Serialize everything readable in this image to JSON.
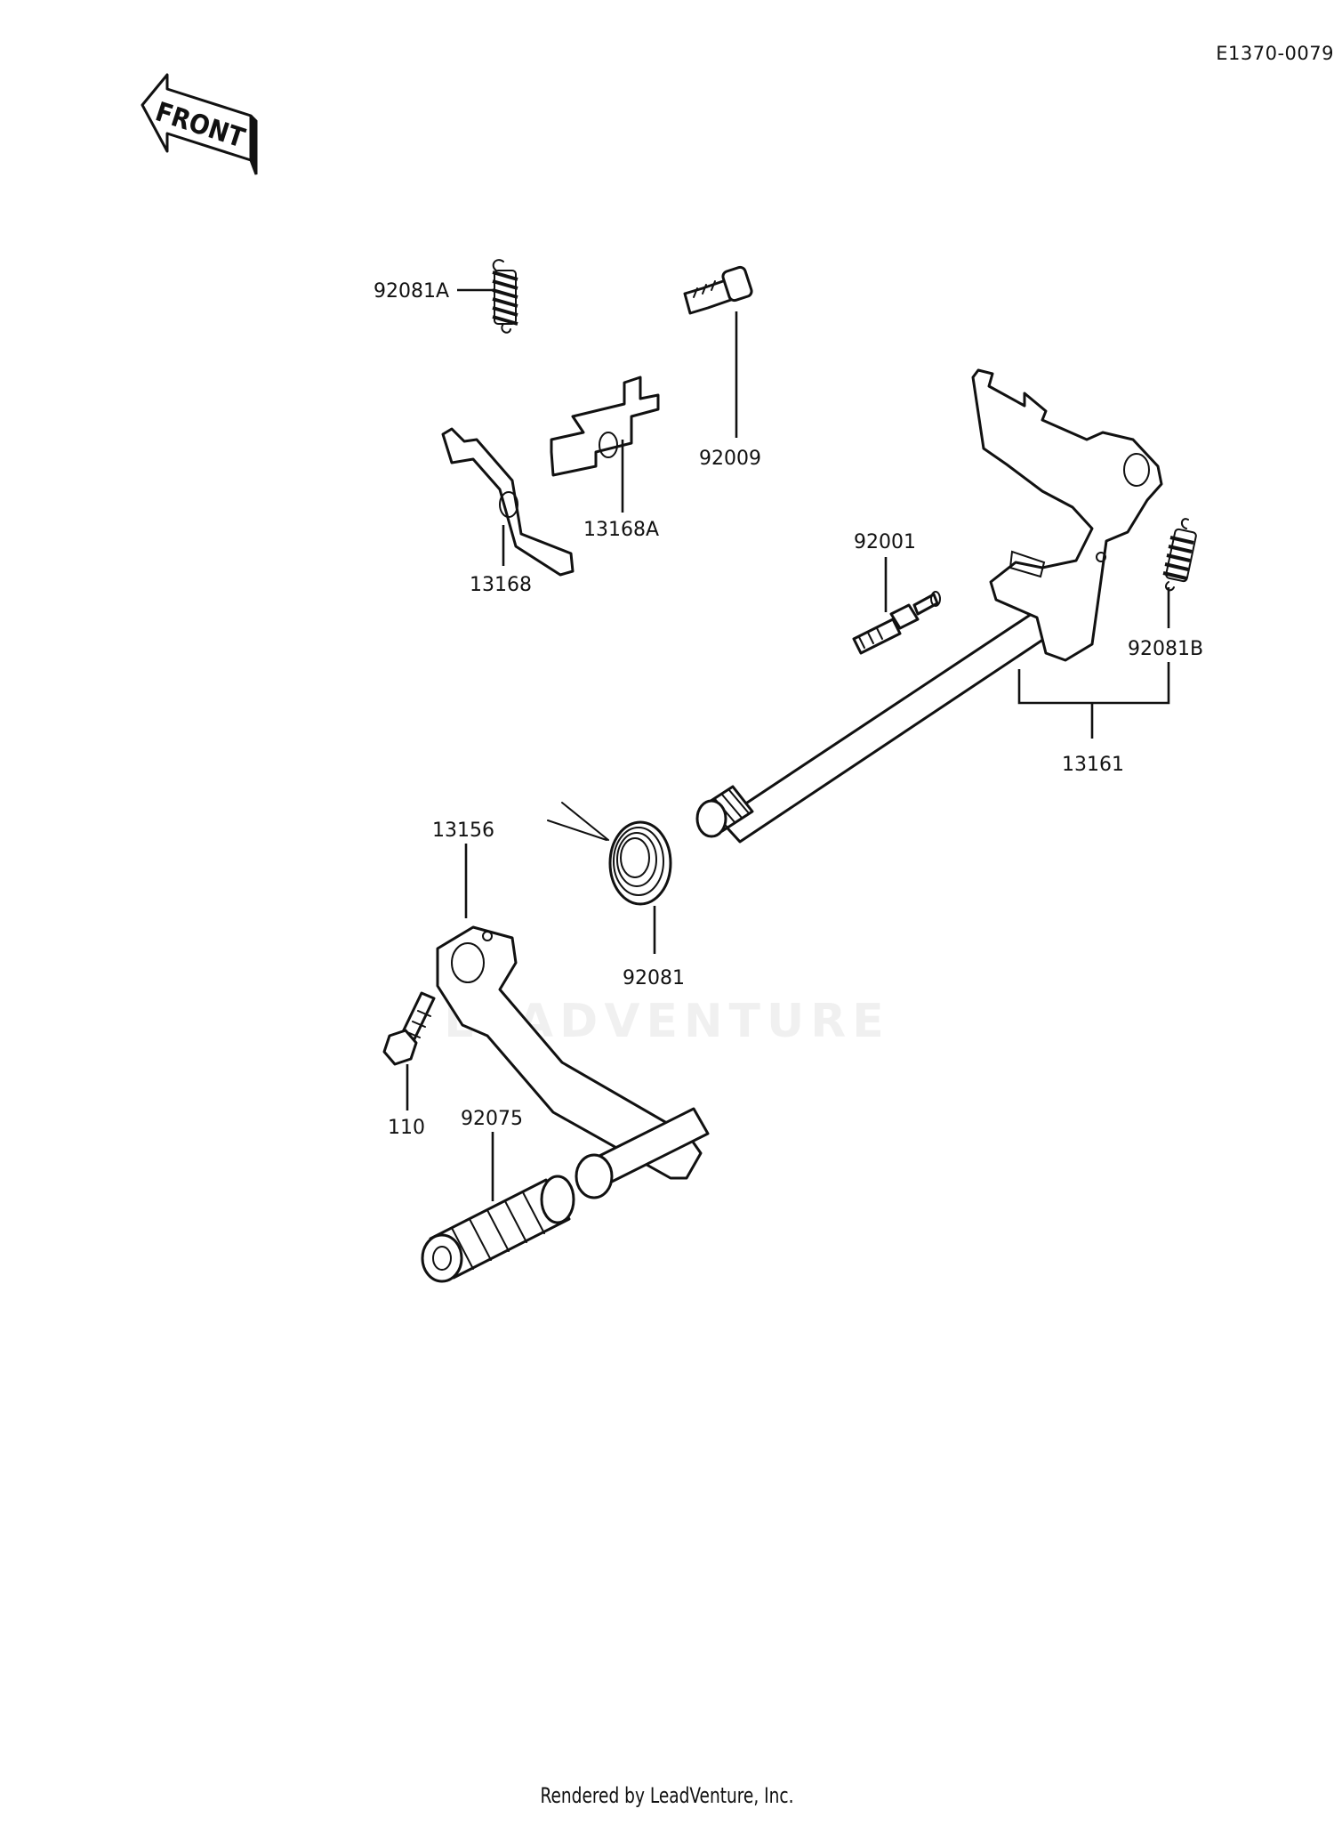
{
  "header": {
    "diagram_code": "E1370-0079"
  },
  "orientation": {
    "front_label": "FRONT"
  },
  "callouts": {
    "spring_a": "92081A",
    "bolt_top": "92009",
    "plate_a": "13168A",
    "plate": "13168",
    "stud": "92001",
    "spring_b": "92081B",
    "shaft": "13161",
    "lever": "13156",
    "return_spring": "92081",
    "bolt_lever": "110",
    "rubber": "92075"
  },
  "watermark": "LEADVENTURE",
  "footer": {
    "credit": "Rendered by LeadVenture, Inc."
  }
}
